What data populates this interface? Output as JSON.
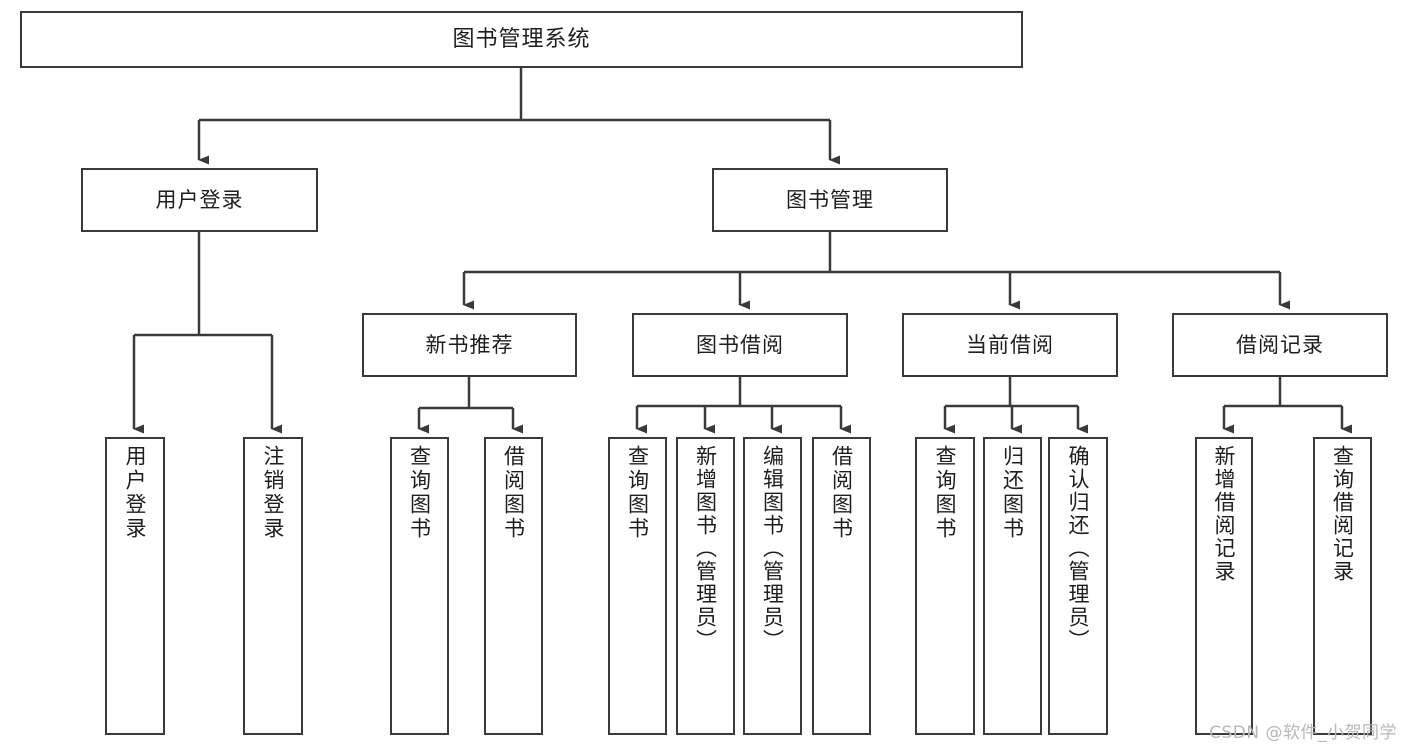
{
  "diagram": {
    "title": "图书管理系统",
    "type": "tree",
    "watermark": "CSDN @软件_小贺同学",
    "edge_color": "#3a3a3a",
    "box_border_color": "#3a3a3a",
    "background": "#ffffff"
  },
  "nodes": {
    "root": {
      "label": "图书管理系统"
    },
    "level2": [
      {
        "label": "用户登录"
      },
      {
        "label": "图书管理"
      }
    ],
    "level3": [
      {
        "label": "新书推荐"
      },
      {
        "label": "图书借阅"
      },
      {
        "label": "当前借阅"
      },
      {
        "label": "借阅记录"
      }
    ],
    "leaves": {
      "user_login": [
        {
          "label": "用户登录"
        },
        {
          "label": "注销登录"
        }
      ],
      "new_book": [
        {
          "label": "查询图书"
        },
        {
          "label": "借阅图书"
        }
      ],
      "book_borrow": [
        {
          "label": "查询图书"
        },
        {
          "label": "新增图书（管理员）"
        },
        {
          "label": "编辑图书（管理员）"
        },
        {
          "label": "借阅图书"
        }
      ],
      "current_borrow": [
        {
          "label": "查询图书"
        },
        {
          "label": "归还图书"
        },
        {
          "label": "确认归还（管理员）"
        }
      ],
      "borrow_record": [
        {
          "label": "新增借阅记录"
        },
        {
          "label": "查询借阅记录"
        }
      ]
    }
  }
}
